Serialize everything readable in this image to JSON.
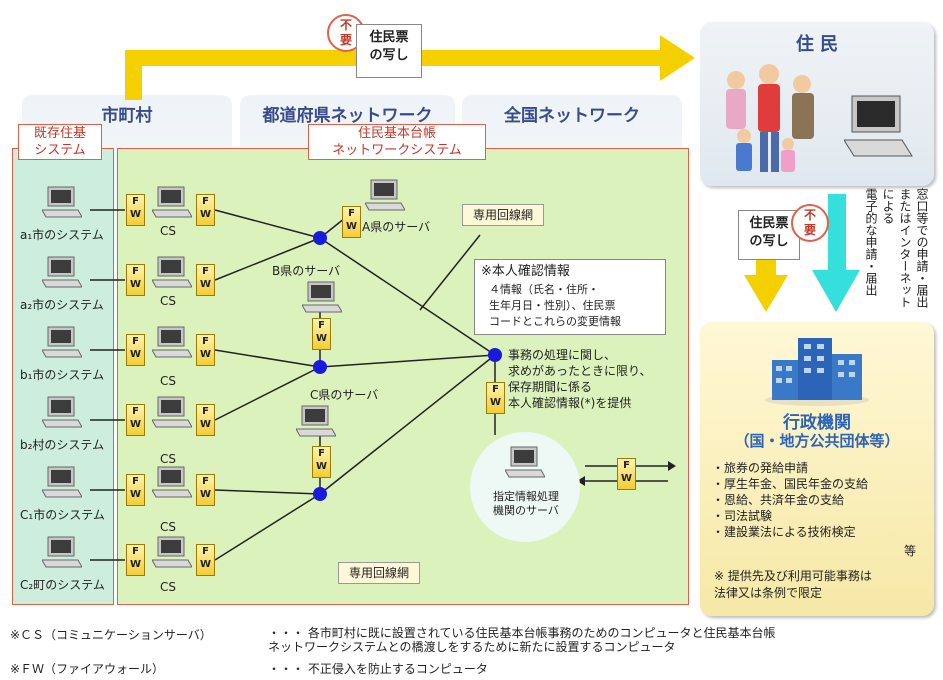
{
  "top_arrow": {
    "badge": "不\n要",
    "label": "住民票\nの写し"
  },
  "columns": {
    "municipality": "市町村",
    "prefecture": "都道府県ネットワーク",
    "national": "全国ネットワーク"
  },
  "regions": {
    "existing": "既存住基\nシステム",
    "basic_network": "住民基本台帳\nネットワークシステム"
  },
  "fw": {
    "f": "F",
    "w": "W"
  },
  "cs_label": "CS",
  "municipal_systems": [
    "a₁市のシステム",
    "a₂市のシステム",
    "b₁市のシステム",
    "b₂村のシステム",
    "C₁市のシステム",
    "C₂町のシステム"
  ],
  "servers": {
    "a": "A県のサーバ",
    "b": "B県のサーバ",
    "c": "C県のサーバ",
    "designated": "指定情報処理\n機関のサーバ"
  },
  "dedicated_line": "専用回線網",
  "identity_info": {
    "title": "※本人確認情報",
    "body": "４情報（氏名・住所・\n生年月日・性別）、住民票\nコードとこれらの変更情報"
  },
  "provision_text": "事務の処理に関し、\n求めがあったときに限り、\n保存期間に係る\n本人確認情報(*)を提供",
  "residents": {
    "title": "住 民"
  },
  "middle_arrows": {
    "badge": "不\n要",
    "label": "住民票\nの写し",
    "vertical_text": [
      "窓口等での申請・届出",
      "またはインターネットによる",
      "電子的な申請・届出"
    ]
  },
  "agency": {
    "title": "行政機関",
    "subtitle": "（国・地方公共団体等）",
    "items": [
      "・旅券の発給申請",
      "・厚生年金、国民年金の支給",
      "・恩給、共済年金の支給",
      "・司法試験",
      "・建設業法による技術検定"
    ],
    "etc": "等",
    "note": "※ 提供先及び利用可能事務は\n法律又は条例で限定"
  },
  "footnotes": {
    "cs_term": "※ＣＳ（コミュニケーションサーバ）",
    "cs_desc": "・・・ 各市町村に既に設置されている住民基本台帳事務のためのコンピュータと住民基本台帳\nネットワークシステムとの橋渡しをするために新たに設置するコンピュータ",
    "fw_term": "※ＦＷ（ファイアウォール）",
    "fw_desc": "・・・ 不正侵入を防止するコンピュータ"
  },
  "colors": {
    "accent_yellow": "#f5d000",
    "accent_cyan": "#35e0dc",
    "node_blue": "#1a1adf",
    "region_red": "#e0604a"
  }
}
